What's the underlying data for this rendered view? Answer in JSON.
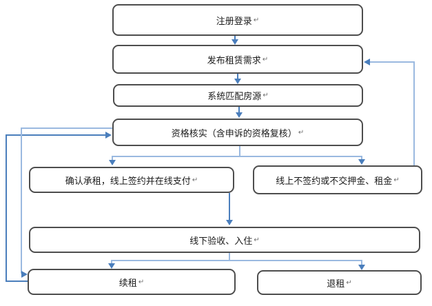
{
  "return_mark": "↵",
  "colors": {
    "arrow-main": "#4a7ebc",
    "arrow-light": "#9ab9e0",
    "box-border": "#4d4d4d",
    "box-bg": "#ffffff",
    "text": "#1a1a1a",
    "mark": "#6e6e6e"
  },
  "nodes": {
    "register": {
      "label": "注册登录"
    },
    "publish": {
      "label": "发布租赁需求"
    },
    "match": {
      "label": "系统匹配房源"
    },
    "verify": {
      "label": "资格核实（含申诉的资格复核）"
    },
    "confirm": {
      "label": "确认承租，线上签约并在线支付"
    },
    "nosign": {
      "label": "线上不签约或不交押金、租金"
    },
    "checkin": {
      "label": "线下验收、入住"
    },
    "renew": {
      "label": "续租"
    },
    "terminate": {
      "label": "退租"
    }
  },
  "edges": [
    {
      "from": "register",
      "to": "publish"
    },
    {
      "from": "publish",
      "to": "match"
    },
    {
      "from": "match",
      "to": "verify"
    },
    {
      "from": "verify",
      "to": "confirm"
    },
    {
      "from": "verify",
      "to": "nosign"
    },
    {
      "from": "confirm",
      "to": "checkin"
    },
    {
      "from": "checkin",
      "to": "renew"
    },
    {
      "from": "checkin",
      "to": "terminate"
    },
    {
      "from": "nosign",
      "to": "publish"
    },
    {
      "from": "renew",
      "to": "verify"
    },
    {
      "from": "verify",
      "to": "renew"
    }
  ]
}
